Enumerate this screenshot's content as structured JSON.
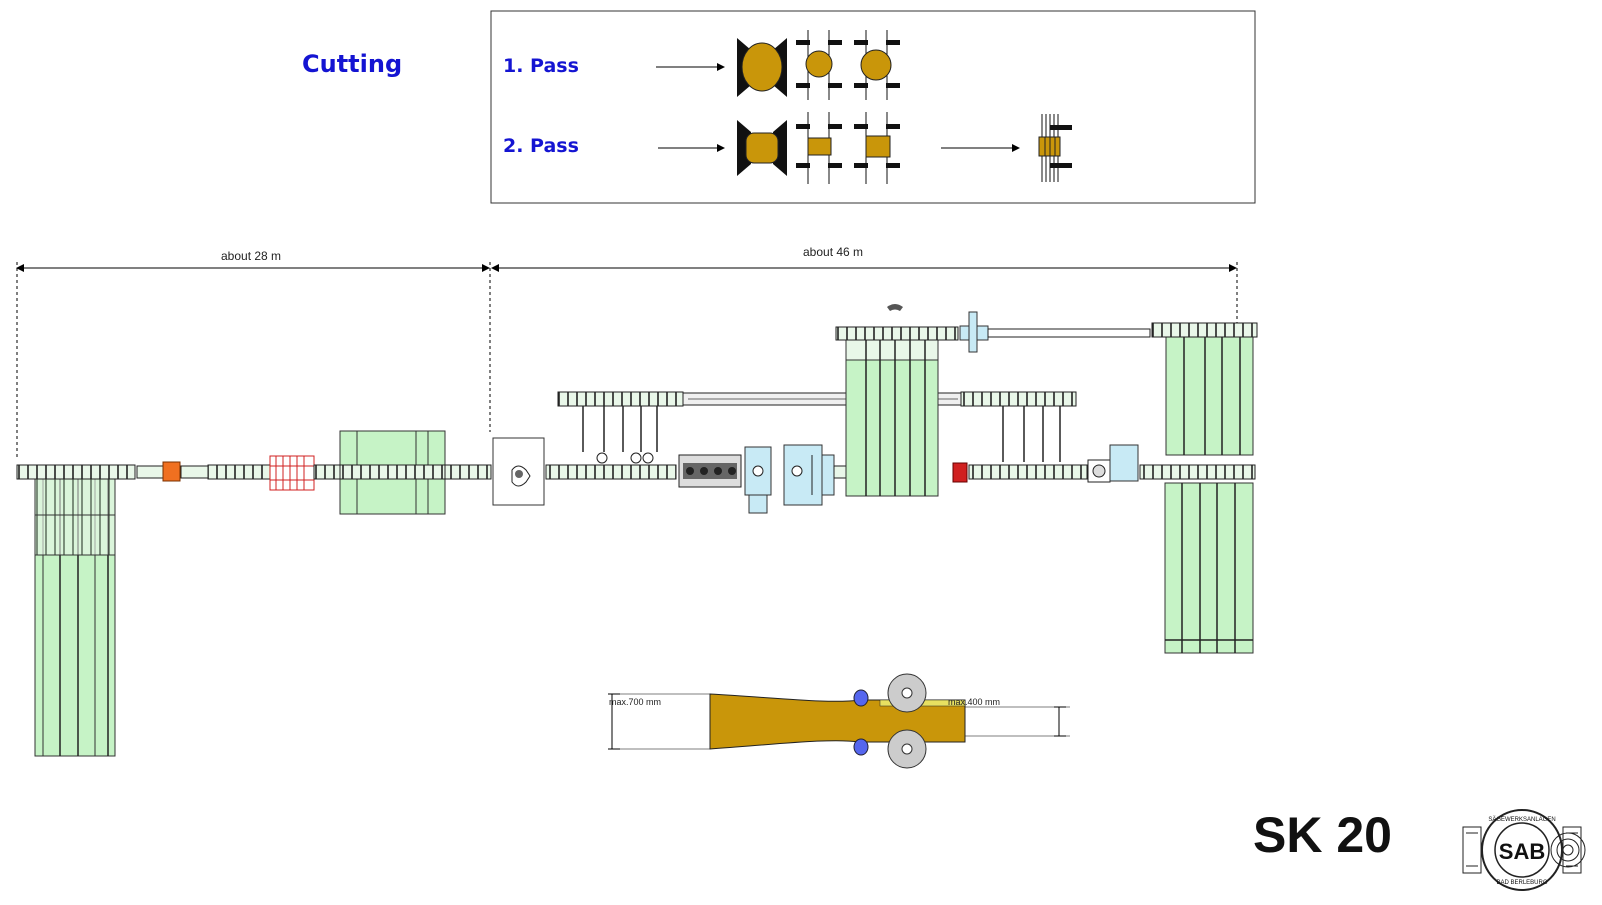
{
  "cutting_title": "Cutting",
  "passes": [
    {
      "label": "1. Pass"
    },
    {
      "label": "2. Pass"
    }
  ],
  "dimensions": {
    "left_length": "about 28 m",
    "right_length": "about 46 m"
  },
  "log_detail": {
    "inlet_max": "max.700 mm",
    "outlet_max": "max.400 mm"
  },
  "model": "SK 20",
  "logo": {
    "abbr": "SAB",
    "ring_top": "SÄGEWERKSANLAGEN",
    "ring_bottom": "BAD BERLEBURG"
  },
  "colors": {
    "timber": "#c9960a",
    "green_deck": "#c6f3c6",
    "blue_label": "#1414d2",
    "cyan_machine": "#c8eaf5",
    "orange_block": "#f07020",
    "red_unit": "#d02020"
  }
}
